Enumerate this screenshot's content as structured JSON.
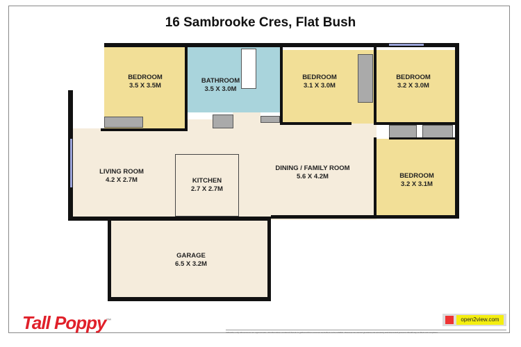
{
  "title": "16 Sambrooke Cres, Flat Bush",
  "rooms": [
    {
      "name": "BEDROOM",
      "size": "3.5 X 3.5M"
    },
    {
      "name": "BATHROOM",
      "size": "3.5 X 3.0M"
    },
    {
      "name": "BEDROOM",
      "size": "3.1 X 3.0M"
    },
    {
      "name": "BEDROOM",
      "size": "3.2 X 3.0M"
    },
    {
      "name": "LIVING ROOM",
      "size": "4.2 X 2.7M"
    },
    {
      "name": "KITCHEN",
      "size": "2.7 X 2.7M"
    },
    {
      "name": "DINING / FAMILY ROOM",
      "size": "5.6 X 4.2M"
    },
    {
      "name": "BEDROOM",
      "size": "3.2 X 3.1M"
    },
    {
      "name": "GARAGE",
      "size": "6.5 X 3.2M"
    }
  ],
  "colors": {
    "bedroom": "#f2df97",
    "bathroom": "#a9d4dc",
    "living": "#f5ecdc",
    "logo": "#e0202a"
  },
  "brand": {
    "logo": "Tall Poppy",
    "tm": "™",
    "partner": "open2view.com"
  },
  "disclaimer": "Indicative only. Dimensions are approximate. All information contained herein is gathered from sources we believe to be reliable. However we cannot guarantee its accuracy and interested persons should rely on their own enquiries."
}
